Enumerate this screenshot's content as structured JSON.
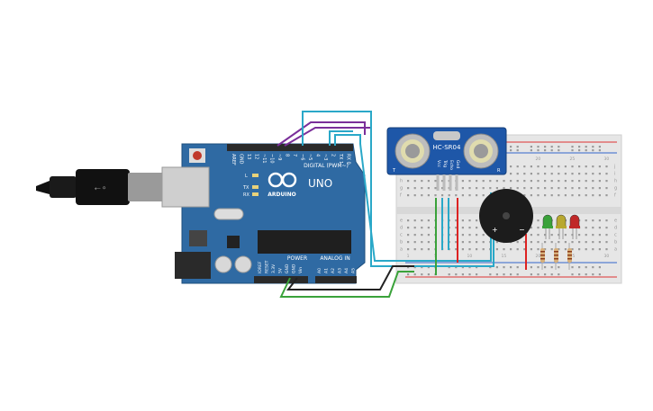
{
  "arduino": {
    "brand": "ARDUINO",
    "model": "UNO",
    "digital_label": "DIGITAL (PWM~)",
    "power_label": "POWER",
    "analog_label": "ANALOG IN",
    "led_l": "L",
    "led_tx": "TX",
    "led_rx": "RX",
    "digital_pins": [
      "AREF",
      "GND",
      "13",
      "12",
      "~11",
      "~10",
      "~9",
      "8",
      "7",
      "~6",
      "~5",
      "4",
      "~3",
      "2",
      "TX 1",
      "RX 0"
    ],
    "power_pins": [
      "IOREF",
      "RESET",
      "3.3V",
      "5V",
      "GND",
      "GND",
      "Vin"
    ],
    "analog_pins": [
      "A0",
      "A1",
      "A2",
      "A3",
      "A4",
      "A5"
    ]
  },
  "sensor": {
    "model": "HC-SR04",
    "pins": [
      "Vcc",
      "Trig",
      "Echo",
      "Gnd"
    ],
    "t_mark": "T",
    "r_mark": "R"
  },
  "buzzer": {
    "plus": "+",
    "minus": "−"
  },
  "breadboard": {
    "row_letters_top": [
      "j",
      "i",
      "h",
      "g",
      "f"
    ],
    "row_letters_bottom": [
      "e",
      "d",
      "c",
      "b",
      "a"
    ],
    "col_numbers": [
      "1",
      "5",
      "10",
      "15",
      "20",
      "25",
      "30"
    ]
  },
  "leds": [
    {
      "name": "green",
      "color": "#3aa23a"
    },
    {
      "name": "yellow",
      "color": "#b8a830"
    },
    {
      "name": "red",
      "color": "#c02828"
    }
  ],
  "colors": {
    "board": "#2f6aa3",
    "board_dark": "#1d4f7e",
    "sensor": "#1e57a8",
    "breadboard": "#e6e6e6",
    "wire_purple": "#7a2e9a",
    "wire_cyan": "#2aa8c8",
    "wire_green": "#3aa23a",
    "wire_red": "#d22",
    "wire_black": "#222"
  }
}
